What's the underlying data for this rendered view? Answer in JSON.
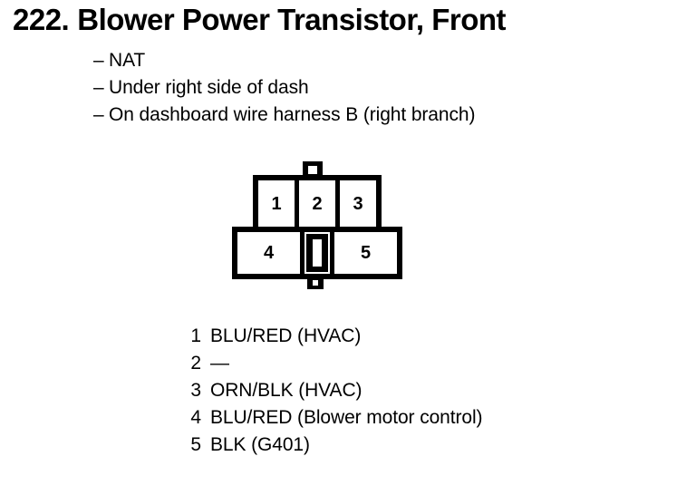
{
  "page": {
    "number": "222.",
    "title": "Blower Power Transistor, Front"
  },
  "attributes": {
    "dash": "–",
    "items": [
      "NAT",
      "Under right side of dash",
      "On dashboard wire harness B (right branch)"
    ]
  },
  "connector": {
    "upper_row": [
      {
        "pin": "1"
      },
      {
        "pin": "2"
      },
      {
        "pin": "3"
      }
    ],
    "lower_row": [
      {
        "pin": "4"
      },
      {
        "pin": "5"
      }
    ]
  },
  "legend": {
    "rows": [
      {
        "pin": "1",
        "description": "BLU/RED (HVAC)"
      },
      {
        "pin": "2",
        "description": "—"
      },
      {
        "pin": "3",
        "description": "ORN/BLK (HVAC)"
      },
      {
        "pin": "4",
        "description": "BLU/RED (Blower motor control)"
      },
      {
        "pin": "5",
        "description": "BLK (G401)"
      }
    ]
  },
  "colors": {
    "ink": "#000000",
    "paper": "#ffffff"
  }
}
